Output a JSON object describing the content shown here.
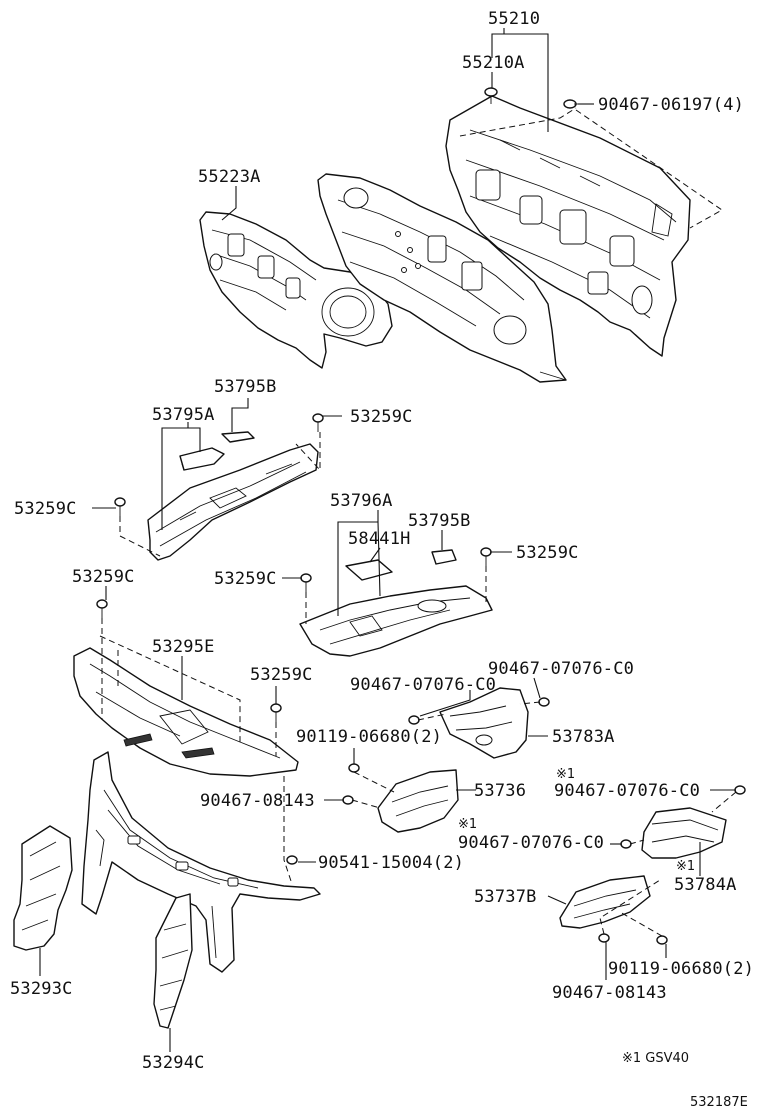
{
  "callouts": [
    {
      "id": "55210",
      "text": "55210"
    },
    {
      "id": "55210A",
      "text": "55210A"
    },
    {
      "id": "90467-06197",
      "text": "90467-06197(4)"
    },
    {
      "id": "55223A",
      "text": "55223A"
    },
    {
      "id": "53795B-1",
      "text": "53795B"
    },
    {
      "id": "53795A",
      "text": "53795A"
    },
    {
      "id": "53259C-1",
      "text": "53259C"
    },
    {
      "id": "53259C-2",
      "text": "53259C"
    },
    {
      "id": "53796A",
      "text": "53796A"
    },
    {
      "id": "58441H",
      "text": "58441H"
    },
    {
      "id": "53795B-2",
      "text": "53795B"
    },
    {
      "id": "53259C-3",
      "text": "53259C"
    },
    {
      "id": "53259C-4",
      "text": "53259C"
    },
    {
      "id": "53259C-5",
      "text": "53259C"
    },
    {
      "id": "53295E",
      "text": "53295E"
    },
    {
      "id": "53259C-6",
      "text": "53259C"
    },
    {
      "id": "90467-07076-C0-1",
      "text": "90467-07076-C0"
    },
    {
      "id": "90467-07076-C0-2",
      "text": "90467-07076-C0"
    },
    {
      "id": "53783A",
      "text": "53783A"
    },
    {
      "id": "90119-06680-1",
      "text": "90119-06680(2)"
    },
    {
      "id": "note1-a",
      "text": "※1"
    },
    {
      "id": "90467-07076-C0-3",
      "text": "90467-07076-C0"
    },
    {
      "id": "90467-08143-1",
      "text": "90467-08143"
    },
    {
      "id": "53736",
      "text": "53736"
    },
    {
      "id": "note1-b",
      "text": "※1"
    },
    {
      "id": "90467-07076-C0-4",
      "text": "90467-07076-C0"
    },
    {
      "id": "note1-c",
      "text": "※1"
    },
    {
      "id": "90541-15004",
      "text": "90541-15004(2)"
    },
    {
      "id": "53784A",
      "text": "53784A"
    },
    {
      "id": "53737B",
      "text": "53737B"
    },
    {
      "id": "53293C",
      "text": "53293C"
    },
    {
      "id": "90119-06680-2",
      "text": "90119-06680(2)"
    },
    {
      "id": "90467-08143-2",
      "text": "90467-08143"
    },
    {
      "id": "53294C",
      "text": "53294C"
    }
  ],
  "footnote": "※1 GSV40",
  "diagram_code": "532187E"
}
